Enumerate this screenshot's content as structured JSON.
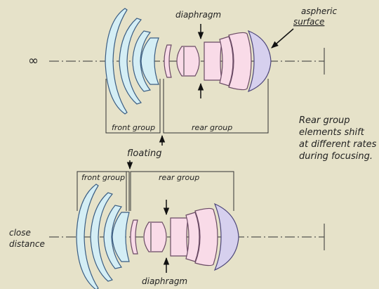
{
  "labels": {
    "diaphragm_top": "diaphragm",
    "aspheric_line1": "aspheric",
    "aspheric_line2": "surface",
    "infinity": "∞",
    "front_group_top": "front group",
    "rear_group_top": "rear group",
    "note_line1": "Rear group",
    "note_line2": "elements shift",
    "note_line3": "at different rates",
    "note_line4": "during focusing.",
    "floating": "floating",
    "front_group_bottom": "front group",
    "rear_group_bottom": "rear group",
    "close_line1": "close",
    "close_line2": "distance",
    "diaphragm_bottom": "diaphragm"
  },
  "colors": {
    "background": "#e6e2c9",
    "front_elements": "#d4eef5",
    "rear_elements": "#f9dbe8",
    "aspheric_element": "#d6d0ee"
  }
}
